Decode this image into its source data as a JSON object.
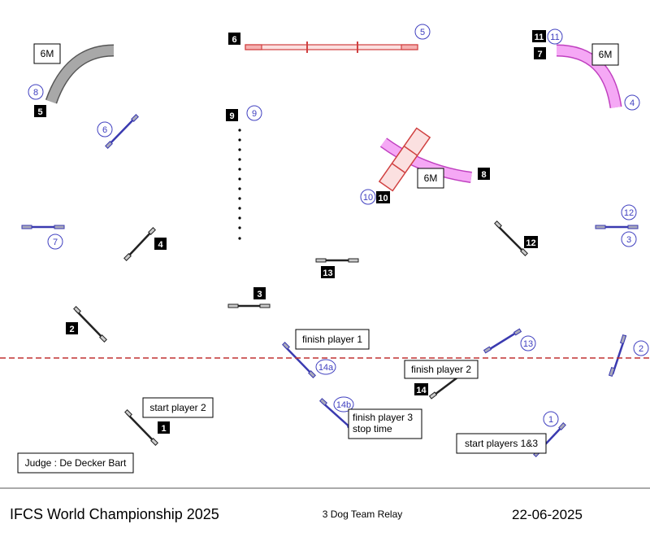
{
  "course": {
    "event_title": "IFCS World Championship 2025",
    "class_name": "3 Dog Team Relay",
    "date": "22-06-2025",
    "judge": "Judge : De Decker Bart"
  },
  "labels": {
    "start_player_2": "start player 2",
    "start_players_1_3": "start players 1&3",
    "finish_player_1": "finish player 1",
    "finish_player_2": "finish player 2",
    "finish_player_3_line1": "finish player 3",
    "finish_player_3_line2": "stop time"
  },
  "tunnel_lengths": {
    "tunnel_left": "6M",
    "tunnel_right": "6M",
    "tunnel_center": "6M"
  },
  "black_numbers": [
    "1",
    "2",
    "3",
    "4",
    "5",
    "6",
    "7",
    "8",
    "9",
    "10",
    "11",
    "12",
    "13",
    "14"
  ],
  "blue_numbers": [
    "1",
    "2",
    "3",
    "4",
    "5",
    "6",
    "7",
    "8",
    "9",
    "10",
    "11",
    "12",
    "13",
    "14a",
    "14b"
  ],
  "colors": {
    "black_course": "#000000",
    "blue_course": "#3a3ab0",
    "tunnel_gray": "#a8a8a8",
    "tunnel_pink": "#f08cf0",
    "dogwalk_red": "#e05050",
    "finish_line": "#c03030"
  }
}
